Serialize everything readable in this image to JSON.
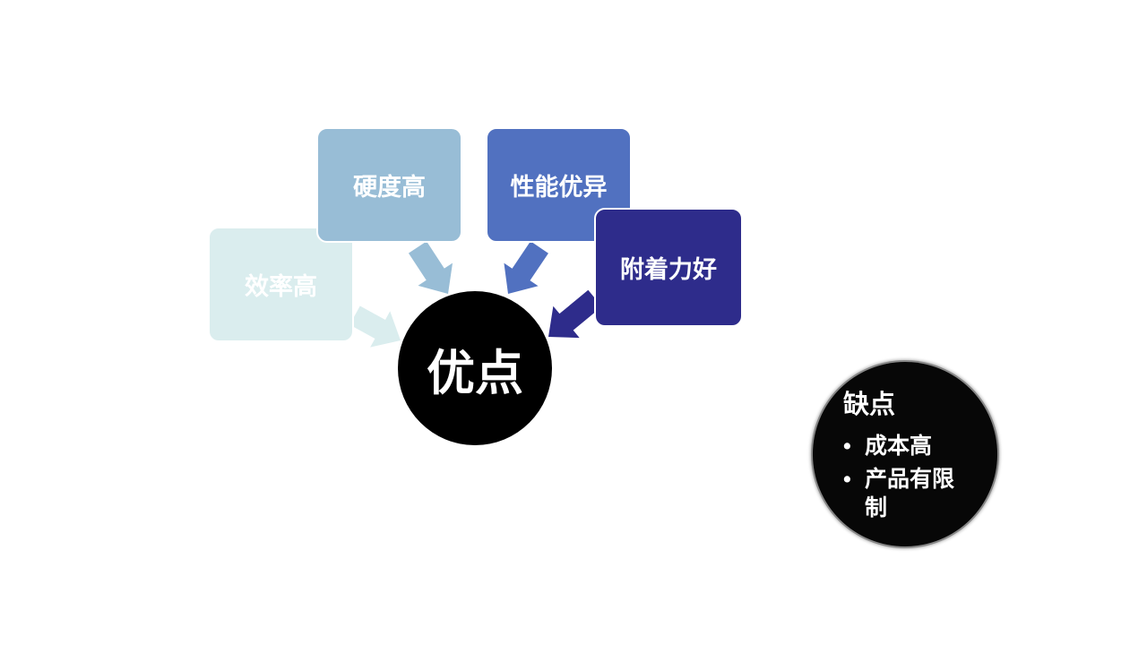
{
  "advantages": {
    "center_label": "优点",
    "items": [
      {
        "label": "效率高",
        "color": "#DAEDEE"
      },
      {
        "label": "硬度高",
        "color": "#98BDD6"
      },
      {
        "label": "性能优异",
        "color": "#5171C0"
      },
      {
        "label": "附着力好",
        "color": "#2E2C8B"
      }
    ]
  },
  "disadvantages": {
    "title": "缺点",
    "items": [
      "成本高",
      "产品有限制"
    ]
  }
}
